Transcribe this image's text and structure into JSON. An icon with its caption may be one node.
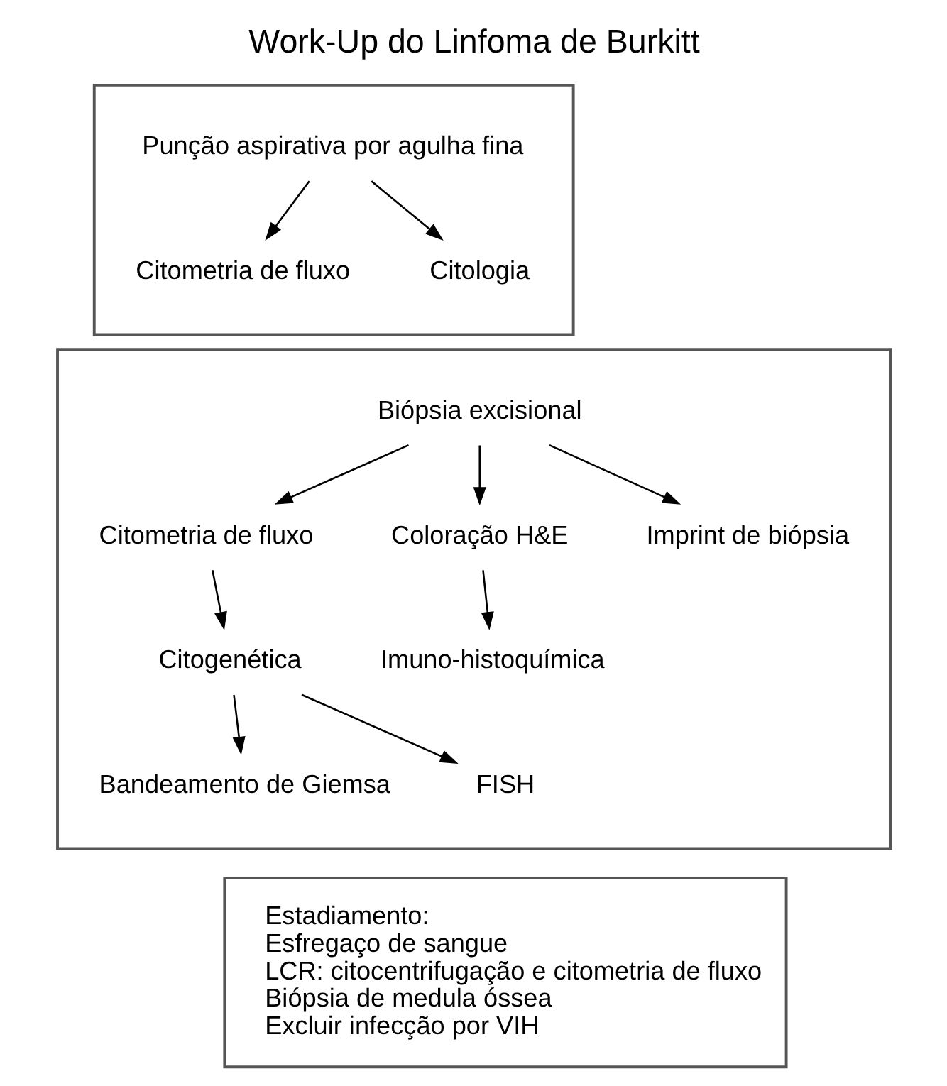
{
  "diagram": {
    "title": "Work-Up do Linfoma de Burkitt",
    "nodes": [
      {
        "text": [],
        "shape": "box"
      },
      {
        "text": [
          "Punção aspirativa por agulha fina"
        ],
        "in": 0
      },
      {
        "text": [
          "Citometria de fluxo"
        ],
        "in": 0
      },
      {
        "text": [
          "Citologia"
        ],
        "in": 0
      },
      {
        "text": [],
        "shape": "box"
      },
      {
        "text": [
          "Biópsia excisional"
        ],
        "in": 4
      },
      {
        "text": [
          "Citometria de fluxo"
        ],
        "in": 4
      },
      {
        "text": [
          "Coloração H&E"
        ],
        "in": 4
      },
      {
        "text": [
          "Imprint de biópsia"
        ],
        "in": 4
      },
      {
        "text": [
          "Citogenética"
        ],
        "in": 4
      },
      {
        "text": [
          "Imuno-histoquímica"
        ],
        "in": 4
      },
      {
        "text": [
          "Bandeamento de Giemsa"
        ],
        "in": 4
      },
      {
        "text": [
          "FISH"
        ],
        "in": 4
      },
      {
        "text": [
          "Estadiamento:",
          "Esfregaço de sangue",
          "LCR: citocentrifugação e citometria de fluxo",
          "Biópsia de medula óssea",
          "Excluir infecção por VIH"
        ]
      }
    ],
    "edges": [
      {
        "from": 1,
        "to": 2,
        "arrow": "to"
      },
      {
        "from": 1,
        "to": 3,
        "arrow": "to"
      },
      {
        "from": 5,
        "to": 6,
        "arrow": "to"
      },
      {
        "from": 5,
        "to": 8,
        "arrow": "to"
      },
      {
        "from": 5,
        "to": 7,
        "arrow": "to"
      },
      {
        "from": 6,
        "to": 9,
        "arrow": "to"
      },
      {
        "from": 7,
        "to": 10,
        "arrow": "to"
      },
      {
        "from": 9,
        "to": 11,
        "arrow": "to"
      },
      {
        "from": 9,
        "to": 12,
        "arrow": "to"
      }
    ]
  }
}
